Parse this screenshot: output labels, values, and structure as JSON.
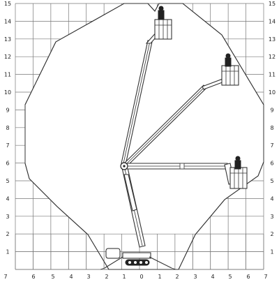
{
  "diagram": {
    "type": "working-range",
    "left_labels": [
      "15",
      "14",
      "13",
      "12",
      "11",
      "10",
      "9",
      "8",
      "7",
      "6",
      "5",
      "4",
      "3",
      "2",
      "1"
    ],
    "right_labels": [
      "15",
      "14",
      "13",
      "12",
      "11",
      "10",
      "9",
      "8",
      "7",
      "6",
      "5",
      "4",
      "3",
      "2",
      "1"
    ],
    "bottom_labels": [
      "7",
      "6",
      "5",
      "4",
      "3",
      "2",
      "1",
      "0",
      "1",
      "2",
      "3",
      "4",
      "5",
      "6",
      "7"
    ],
    "icons": [
      "operator-icon",
      "aerial-platform-basket",
      "tracked-chassis"
    ]
  }
}
